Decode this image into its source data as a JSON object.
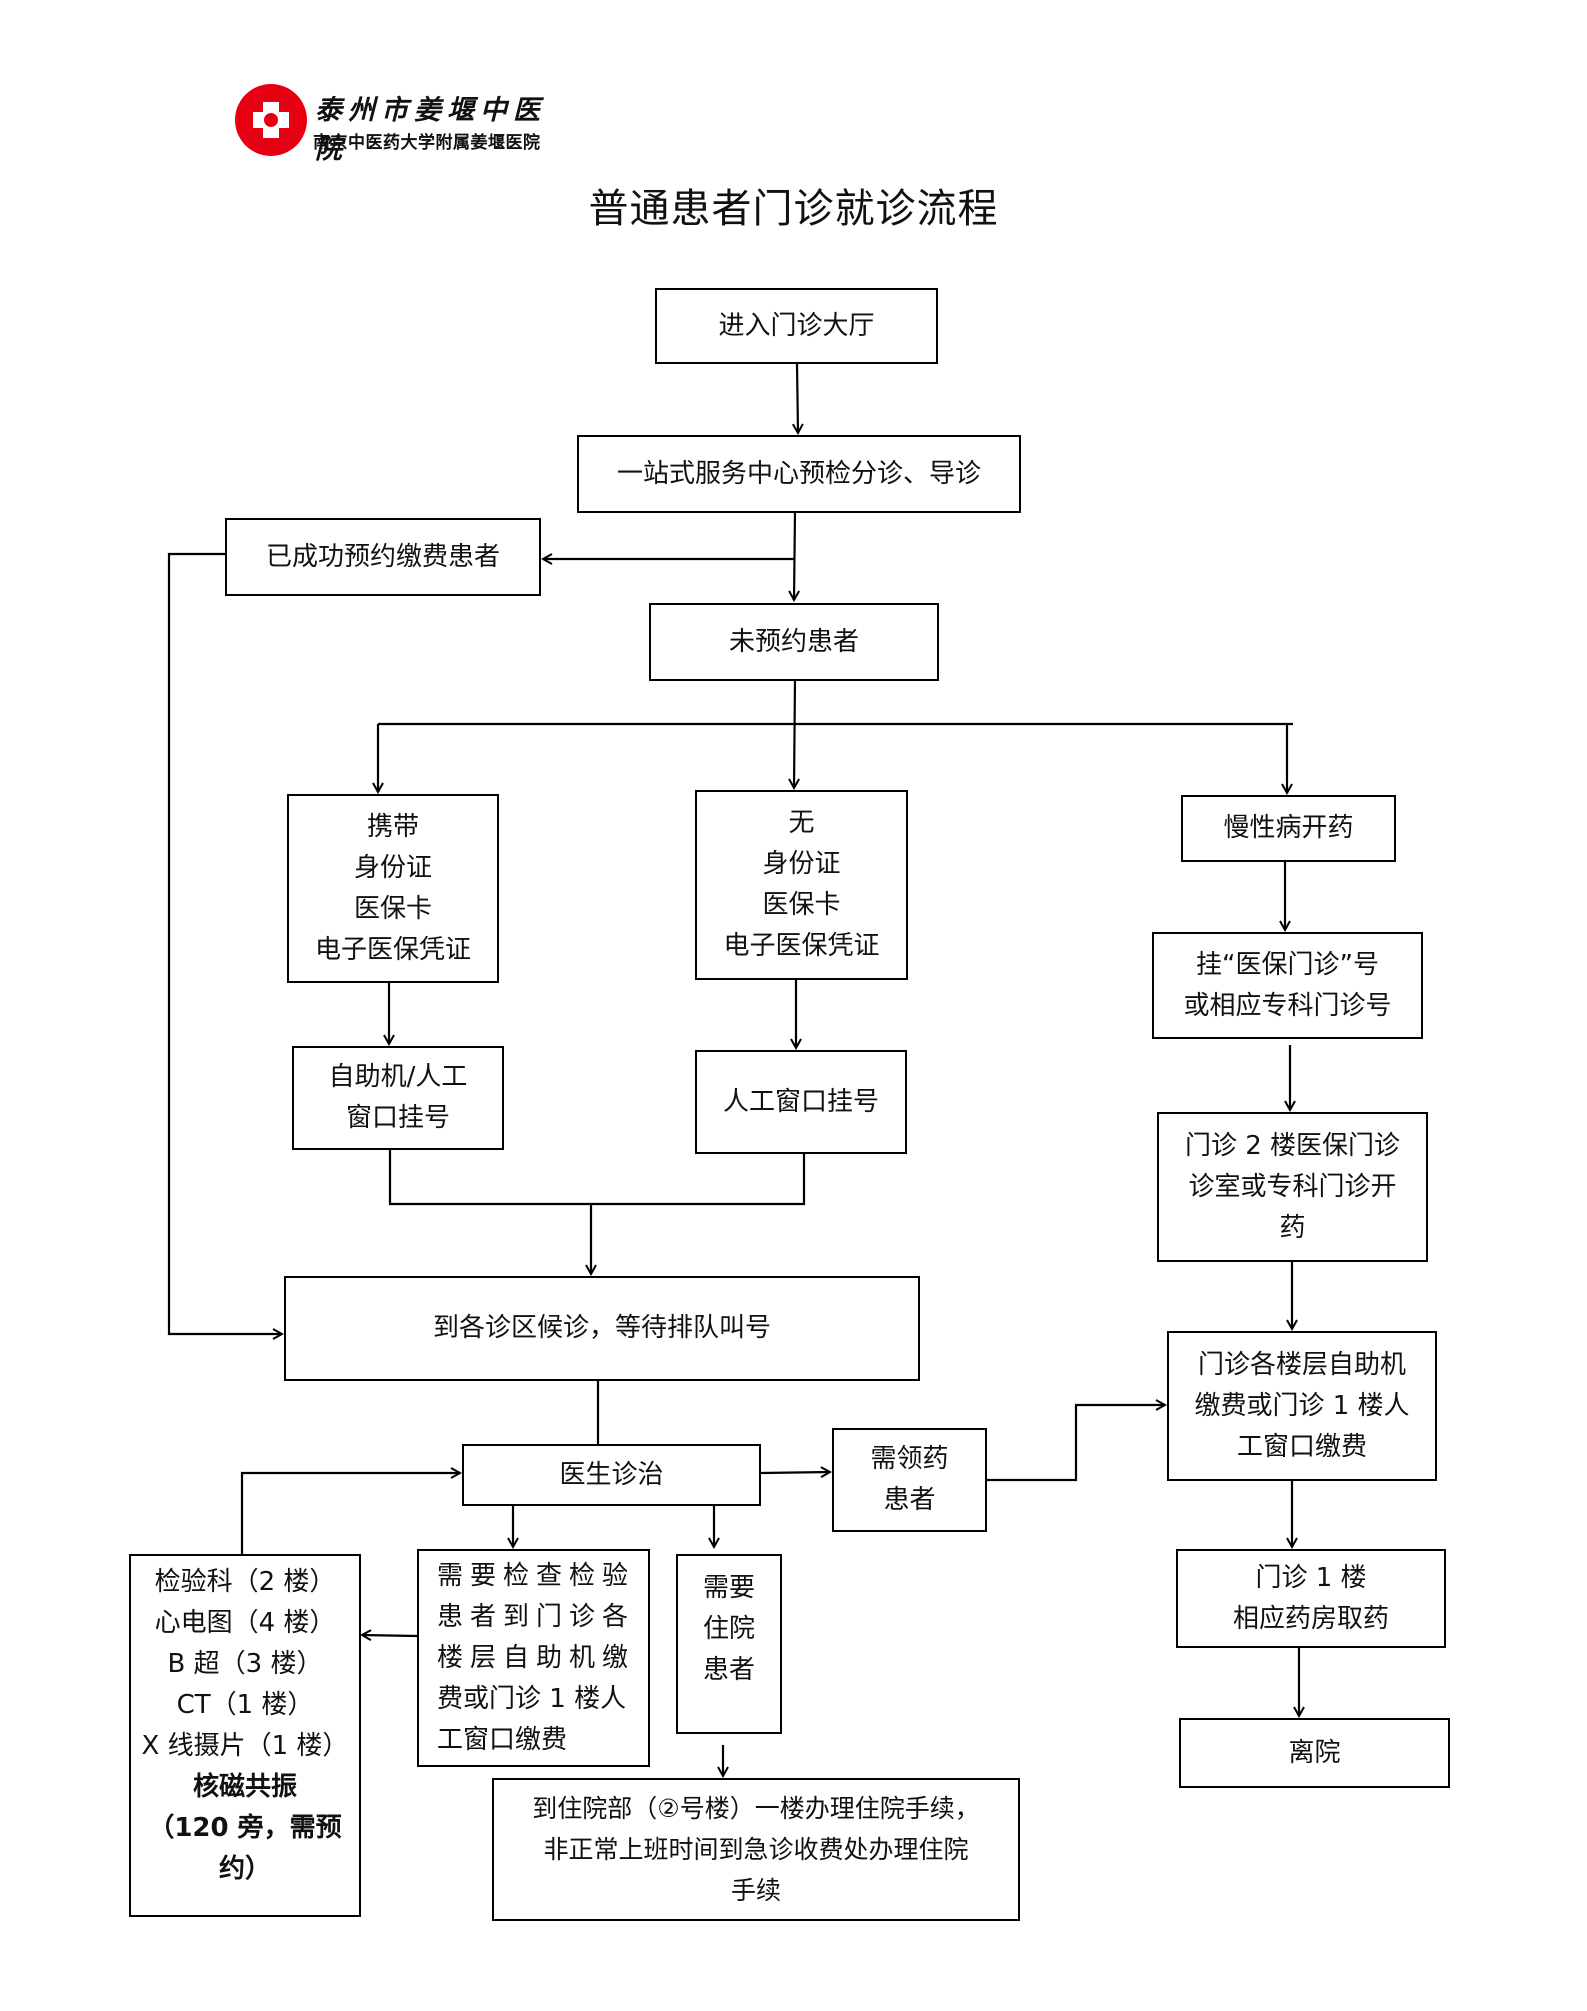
{
  "logo": {
    "name_cn": "泰州市姜堰中医院",
    "subtitle": "南京中医药大学附属姜堰医院",
    "brand_color": "#e60012"
  },
  "title": "普通患者门诊就诊流程",
  "nodes": {
    "enter_hall": [
      "进入门诊大厅"
    ],
    "one_stop": [
      "一站式服务中心预检分诊、导诊"
    ],
    "prepaid": [
      "已成功预约缴费患者"
    ],
    "unbooked": [
      "未预约患者"
    ],
    "with_id": [
      "携带",
      "身份证",
      "医保卡",
      "电子医保凭证"
    ],
    "without_id": [
      "无",
      "身份证",
      "医保卡",
      "电子医保凭证"
    ],
    "chronic": [
      "慢性病开药"
    ],
    "self_register": [
      "自助机/人工",
      "窗口挂号"
    ],
    "manual_register": [
      "人工窗口挂号"
    ],
    "register_insurance": [
      "挂“医保门诊”号",
      "或相应专科门诊号"
    ],
    "insurance_clinic": [
      "门诊 2 楼医保门诊",
      "诊室或专科门诊开",
      "药"
    ],
    "waiting": [
      "到各诊区候诊，等待排队叫号"
    ],
    "payment": [
      "门诊各楼层自助机",
      "缴费或门诊 1 楼人",
      "工窗口缴费"
    ],
    "doctor": [
      "医生诊治"
    ],
    "need_medicine": [
      "需领药",
      "患者"
    ],
    "pharmacy": [
      "门诊 1 楼",
      "相应药房取药"
    ],
    "leave": [
      "离院"
    ],
    "exam_depts": [
      "检验科（2 楼）",
      "心电图（4 楼）",
      "B 超（3 楼）",
      "CT（1 楼）",
      "X 线摄片（1 楼）"
    ],
    "exam_depts_bold": [
      "核磁共振",
      "（120 旁，需预",
      "约）"
    ],
    "need_exam": [
      "需要检查检验",
      "患者到门诊各",
      "楼层自助机缴",
      "费或门诊 1 楼人",
      "工窗口缴费"
    ],
    "need_hospital": [
      "需要",
      "住院",
      "患者"
    ],
    "admission": [
      "到住院部（②号楼）一楼办理住院手续，",
      "非正常上班时间到急诊收费处办理住院",
      "手续"
    ]
  }
}
